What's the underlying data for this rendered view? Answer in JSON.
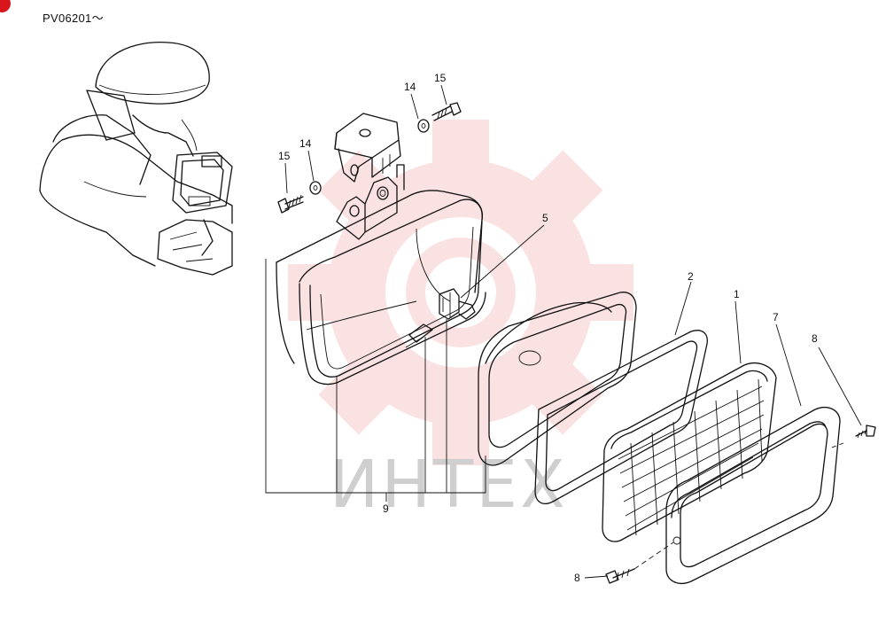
{
  "header": {
    "serial_range": "PV06201～"
  },
  "watermark": {
    "text": "ИНТЕХ",
    "gear_color": "#e8262c",
    "text_color": "#cfcfcf"
  },
  "callouts": {
    "c1": "1",
    "c2": "2",
    "c5": "5",
    "c7": "7",
    "c8a": "8",
    "c8b": "8",
    "c9": "9",
    "c14a": "14",
    "c14b": "14",
    "c15a": "15",
    "c15b": "15"
  },
  "colors": {
    "line": "#111111",
    "accent": "#d8161b"
  }
}
